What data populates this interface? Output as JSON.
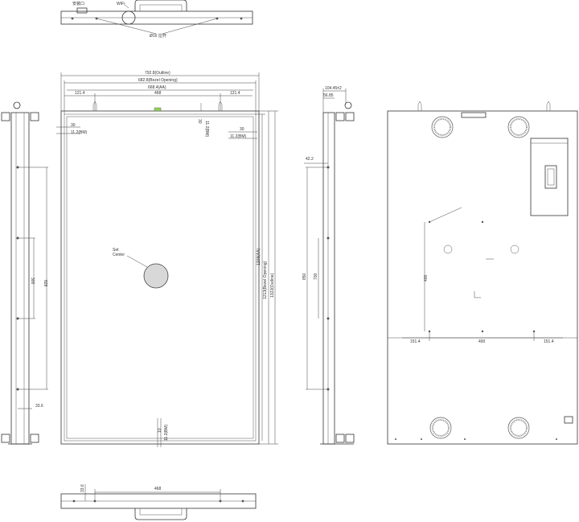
{
  "labels": {
    "port_cn": "安装口",
    "wifi": "WiFi",
    "tight_cn": "Ø16 拉杆",
    "outline_w": "792.8(Outline)",
    "bezel_w": "682.8(Bezel Opening)",
    "aa_w": "668.4(AA)",
    "d121_4": "121.4",
    "d468_top": "468",
    "d121_4b": "121.4",
    "d30a": "30",
    "d11_2a": "11.2(BM)",
    "d30b": "30",
    "d11_2b": "11.2(BM)",
    "d30c": "30",
    "d11_2c": "11.2(BM)",
    "set_center": "Set",
    "set_center2": "Center",
    "d300": "300",
    "d828": "828",
    "d33_6": "33.6",
    "aa_h": "1208(AA)",
    "bezel_h": "1213(Bezel Opening)",
    "outline_h": "1322(Outline)",
    "d10": "10",
    "d11_2d": "11.2(BM)",
    "depth_total": "104.45±2",
    "depth_bezel": "56.85",
    "d42_2": "42.2",
    "d850": "850",
    "d700": "700",
    "d400v": "400",
    "d151_4": "151.4",
    "d400h": "400",
    "d151_4b": "151.4",
    "d33_6b": "33.6",
    "d468_bottom": "468"
  }
}
